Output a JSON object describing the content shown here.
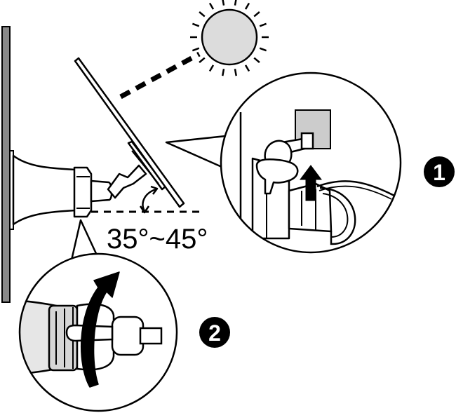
{
  "diagram": {
    "angle_label": "35°~45°",
    "step_markers": [
      {
        "number": "1"
      },
      {
        "number": "2"
      }
    ]
  },
  "colors": {
    "line": "#000000",
    "wall": "#8a8a8a",
    "sun": "#dcdcdc",
    "mount_fill": "#ffffff",
    "square_plate": "#cccccc",
    "cap_gray": "#bbbbbb"
  }
}
